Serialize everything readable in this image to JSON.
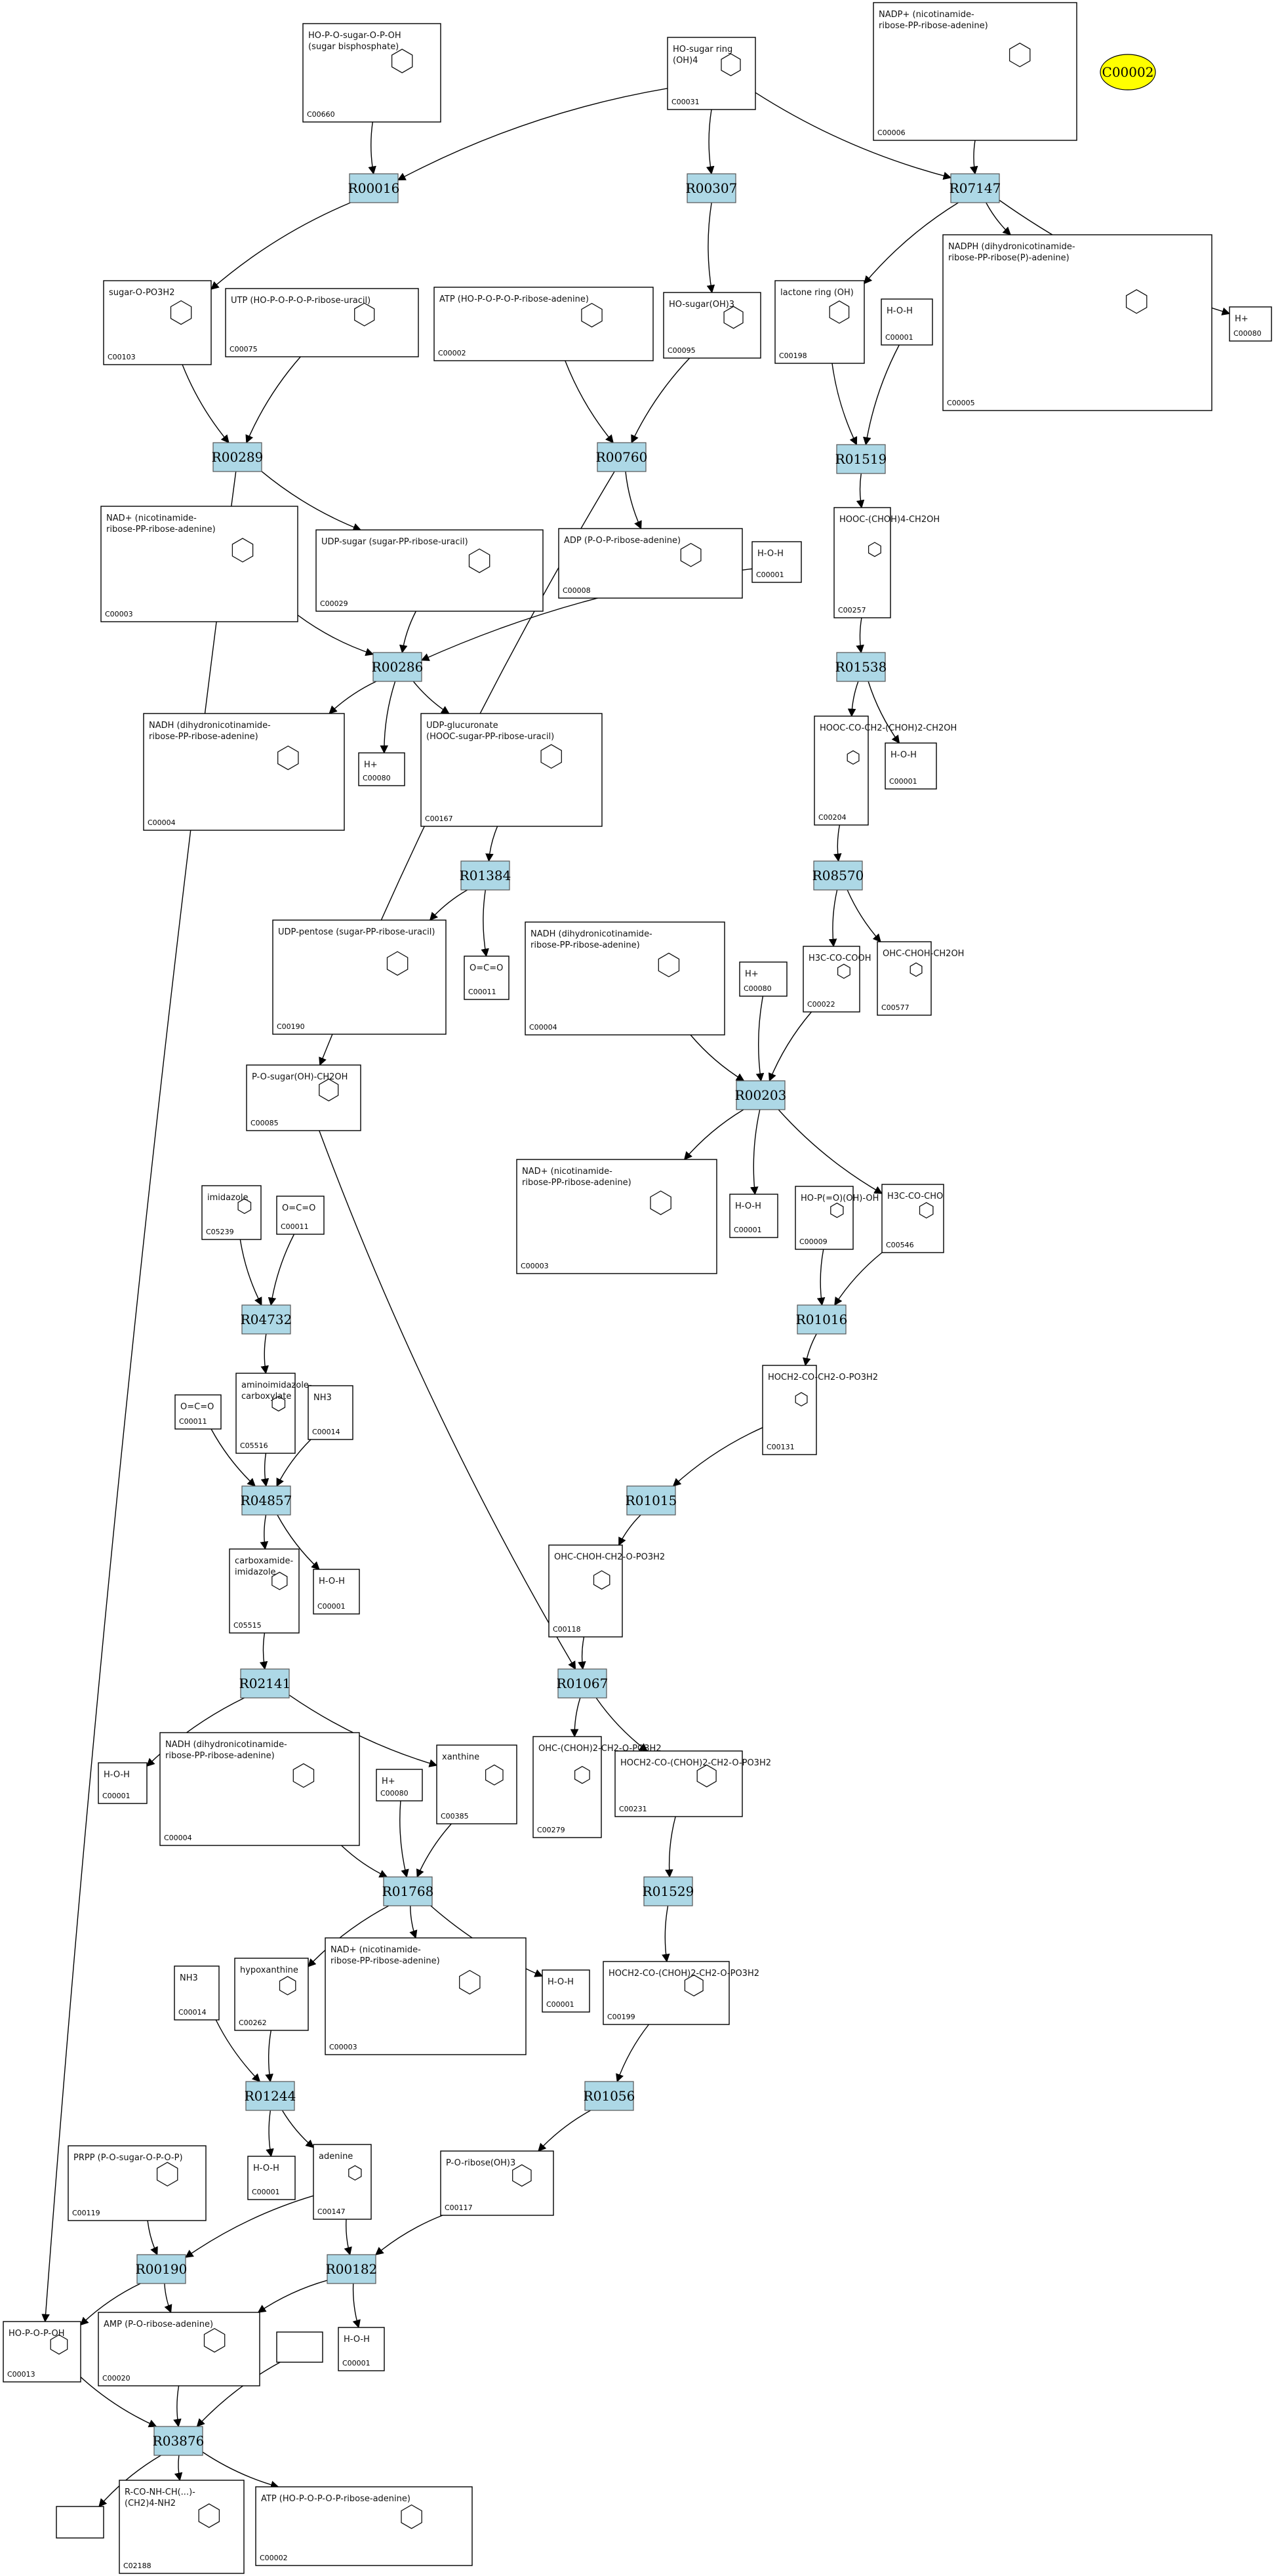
{
  "highlight": {
    "label": "C00002"
  },
  "reactions": [
    {
      "id": "R00016",
      "label": "R00016"
    },
    {
      "id": "R00307",
      "label": "R00307"
    },
    {
      "id": "R07147",
      "label": "R07147"
    },
    {
      "id": "R00289",
      "label": "R00289"
    },
    {
      "id": "R00760",
      "label": "R00760"
    },
    {
      "id": "R01519",
      "label": "R01519"
    },
    {
      "id": "R00286",
      "label": "R00286"
    },
    {
      "id": "R01538",
      "label": "R01538"
    },
    {
      "id": "R01384",
      "label": "R01384"
    },
    {
      "id": "R08570",
      "label": "R08570"
    },
    {
      "id": "R00203",
      "label": "R00203"
    },
    {
      "id": "R04732",
      "label": "R04732"
    },
    {
      "id": "R01016",
      "label": "R01016"
    },
    {
      "id": "R04857",
      "label": "R04857"
    },
    {
      "id": "R01015",
      "label": "R01015"
    },
    {
      "id": "R02141",
      "label": "R02141"
    },
    {
      "id": "R01067",
      "label": "R01067"
    },
    {
      "id": "R01768",
      "label": "R01768"
    },
    {
      "id": "R01529",
      "label": "R01529"
    },
    {
      "id": "R01244",
      "label": "R01244"
    },
    {
      "id": "R01056",
      "label": "R01056"
    },
    {
      "id": "R00190",
      "label": "R00190"
    },
    {
      "id": "R00182",
      "label": "R00182"
    },
    {
      "id": "R03876",
      "label": "R03876"
    }
  ],
  "compounds": [
    {
      "key": "n_c00660",
      "id": "C00660",
      "struct": [
        "HO-P-O-sugar-O-P-OH",
        "(sugar bisphosphate)"
      ]
    },
    {
      "key": "n_c00031",
      "id": "C00031",
      "struct": [
        "HO-sugar ring",
        "(OH)4"
      ]
    },
    {
      "key": "n_c00006",
      "id": "C00006",
      "struct": [
        "NADP+ (nicotinamide-",
        "ribose-PP-ribose-adenine)"
      ]
    },
    {
      "key": "n_c00103",
      "id": "C00103",
      "struct": [
        "sugar-O-PO3H2"
      ]
    },
    {
      "key": "n_c00075",
      "id": "C00075",
      "struct": [
        "UTP (HO-P-O-P-O-P-ribose-uracil)"
      ]
    },
    {
      "key": "n_c00002a",
      "id": "C00002",
      "struct": [
        "ATP (HO-P-O-P-O-P-ribose-adenine)"
      ]
    },
    {
      "key": "n_c00095",
      "id": "C00095",
      "struct": [
        "HO-sugar(OH)3"
      ]
    },
    {
      "key": "n_c00198",
      "id": "C00198",
      "struct": [
        "lactone ring (OH)"
      ]
    },
    {
      "key": "n_c00001a",
      "id": "C00001",
      "struct": [
        "H-O-H"
      ]
    },
    {
      "key": "n_c00005",
      "id": "C00005",
      "struct": [
        "NADPH (dihydronicotinamide-",
        "ribose-PP-ribose(P)-adenine)"
      ]
    },
    {
      "key": "n_c00080a",
      "id": "C00080",
      "struct": [
        "H+"
      ]
    },
    {
      "key": "n_c00003a",
      "id": "C00003",
      "struct": [
        "NAD+ (nicotinamide-",
        "ribose-PP-ribose-adenine)"
      ]
    },
    {
      "key": "n_c00029",
      "id": "C00029",
      "struct": [
        "UDP-sugar (sugar-PP-ribose-uracil)"
      ]
    },
    {
      "key": "n_c00008",
      "id": "C00008",
      "struct": [
        "ADP (P-O-P-ribose-adenine)"
      ]
    },
    {
      "key": "n_c00001b",
      "id": "C00001",
      "struct": [
        "H-O-H"
      ]
    },
    {
      "key": "n_c00257",
      "id": "C00257",
      "struct": [
        "HOOC-(CHOH)4-CH2OH"
      ]
    },
    {
      "key": "n_c00004a",
      "id": "C00004",
      "struct": [
        "NADH (dihydronicotinamide-",
        "ribose-PP-ribose-adenine)"
      ]
    },
    {
      "key": "n_c00080b",
      "id": "C00080",
      "struct": [
        "H+"
      ]
    },
    {
      "key": "n_c00167",
      "id": "C00167",
      "struct": [
        "UDP-glucuronate",
        "(HOOC-sugar-PP-ribose-uracil)"
      ]
    },
    {
      "key": "n_c00204",
      "id": "C00204",
      "struct": [
        "HOOC-CO-CH2-(CHOH)2-CH2OH"
      ]
    },
    {
      "key": "n_c00001c",
      "id": "C00001",
      "struct": [
        "H-O-H"
      ]
    },
    {
      "key": "n_c00190",
      "id": "C00190",
      "struct": [
        "UDP-pentose (sugar-PP-ribose-uracil)"
      ]
    },
    {
      "key": "n_c00011a",
      "id": "C00011",
      "struct": [
        "O=C=O"
      ]
    },
    {
      "key": "n_c00004b",
      "id": "C00004",
      "struct": [
        "NADH (dihydronicotinamide-",
        "ribose-PP-ribose-adenine)"
      ]
    },
    {
      "key": "n_c00080c",
      "id": "C00080",
      "struct": [
        "H+"
      ]
    },
    {
      "key": "n_c00022",
      "id": "C00022",
      "struct": [
        "H3C-CO-COOH"
      ]
    },
    {
      "key": "n_c00577",
      "id": "C00577",
      "struct": [
        "OHC-CHOH-CH2OH"
      ]
    },
    {
      "key": "n_c00085",
      "id": "C00085",
      "struct": [
        "P-O-sugar(OH)-CH2OH"
      ]
    },
    {
      "key": "n_c00003b",
      "id": "C00003",
      "struct": [
        "NAD+ (nicotinamide-",
        "ribose-PP-ribose-adenine)"
      ]
    },
    {
      "key": "n_c00001d",
      "id": "C00001",
      "struct": [
        "H-O-H"
      ]
    },
    {
      "key": "n_c00009",
      "id": "C00009",
      "struct": [
        "HO-P(=O)(OH)-OH"
      ]
    },
    {
      "key": "n_c00546",
      "id": "C00546",
      "struct": [
        "H3C-CO-CHO"
      ]
    },
    {
      "key": "n_c05239",
      "id": "C05239",
      "struct": [
        "imidazole"
      ]
    },
    {
      "key": "n_c00011b",
      "id": "C00011",
      "struct": [
        "O=C=O"
      ]
    },
    {
      "key": "n_c00131",
      "id": "C00131",
      "struct": [
        "HOCH2-CO-CH2-O-PO3H2"
      ]
    },
    {
      "key": "n_c00011c",
      "id": "C00011",
      "struct": [
        "O=C=O"
      ]
    },
    {
      "key": "n_c05516",
      "id": "C05516",
      "struct": [
        "aminoimidazole-",
        "carboxylate"
      ]
    },
    {
      "key": "n_c00014a",
      "id": "C00014",
      "struct": [
        "NH3"
      ]
    },
    {
      "key": "n_c05515",
      "id": "C05515",
      "struct": [
        "carboxamide-",
        "imidazole"
      ]
    },
    {
      "key": "n_c00001e",
      "id": "C00001",
      "struct": [
        "H-O-H"
      ]
    },
    {
      "key": "n_c00118",
      "id": "C00118",
      "struct": [
        "OHC-CHOH-CH2-O-PO3H2"
      ]
    },
    {
      "key": "n_c00001f",
      "id": "C00001",
      "struct": [
        "H-O-H"
      ]
    },
    {
      "key": "n_c00004c",
      "id": "C00004",
      "struct": [
        "NADH (dihydronicotinamide-",
        "ribose-PP-ribose-adenine)"
      ]
    },
    {
      "key": "n_c00080d",
      "id": "C00080",
      "struct": [
        "H+"
      ]
    },
    {
      "key": "n_c00385",
      "id": "C00385",
      "struct": [
        "xanthine"
      ]
    },
    {
      "key": "n_c00279",
      "id": "C00279",
      "struct": [
        "OHC-(CHOH)2-CH2-O-PO3H2"
      ]
    },
    {
      "key": "n_c00231",
      "id": "C00231",
      "struct": [
        "HOCH2-CO-(CHOH)2-CH2-O-PO3H2"
      ]
    },
    {
      "key": "n_c00014b",
      "id": "C00014",
      "struct": [
        "NH3"
      ]
    },
    {
      "key": "n_c00262",
      "id": "C00262",
      "struct": [
        "hypoxanthine"
      ]
    },
    {
      "key": "n_c00003c",
      "id": "C00003",
      "struct": [
        "NAD+ (nicotinamide-",
        "ribose-PP-ribose-adenine)"
      ]
    },
    {
      "key": "n_c00001g",
      "id": "C00001",
      "struct": [
        "H-O-H"
      ]
    },
    {
      "key": "n_c00199",
      "id": "C00199",
      "struct": [
        "HOCH2-CO-(CHOH)2-CH2-O-PO3H2"
      ]
    },
    {
      "key": "n_c00001h",
      "id": "C00001",
      "struct": [
        "H-O-H"
      ]
    },
    {
      "key": "n_c00147",
      "id": "C00147",
      "struct": [
        "adenine"
      ]
    },
    {
      "key": "n_c00119",
      "id": "C00119",
      "struct": [
        "PRPP (P-O-sugar-O-P-O-P)"
      ]
    },
    {
      "key": "n_c00117",
      "id": "C00117",
      "struct": [
        "P-O-ribose(OH)3"
      ]
    },
    {
      "key": "n_c00013",
      "id": "C00013",
      "struct": [
        "HO-P-O-P-OH"
      ]
    },
    {
      "key": "n_c00020",
      "id": "C00020",
      "struct": [
        "AMP (P-O-ribose-adenine)"
      ]
    },
    {
      "key": "n_c00001i",
      "id": "C00001",
      "struct": [
        "H-O-H"
      ]
    },
    {
      "key": "n_c02188",
      "id": "C02188",
      "struct": [
        "R-CO-NH-CH(...)-",
        "(CH2)4-NH2"
      ]
    },
    {
      "key": "n_c00002b",
      "id": "C00002",
      "struct": [
        "ATP (HO-P-O-P-O-P-ribose-adenine)"
      ]
    }
  ]
}
